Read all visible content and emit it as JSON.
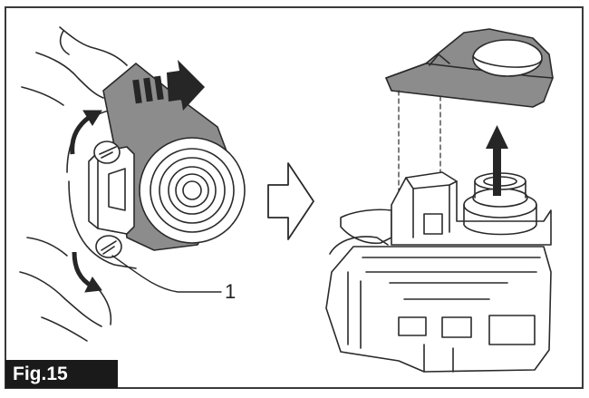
{
  "figure": {
    "label": "Fig.15",
    "callouts": [
      {
        "number": "1",
        "target": "release-lever"
      }
    ],
    "colors": {
      "line": "#2a2a2a",
      "tool_fill": "#ffffff",
      "shade": "#8c8c8c",
      "arrow_fill": "#262626",
      "border": "#3a3a3a",
      "label_bg": "#1a1a1a",
      "label_text": "#ffffff"
    },
    "icons": [
      "push-arrow-icon",
      "rotate-arrow-icon",
      "next-step-arrow-icon",
      "lift-up-arrow-icon"
    ]
  }
}
